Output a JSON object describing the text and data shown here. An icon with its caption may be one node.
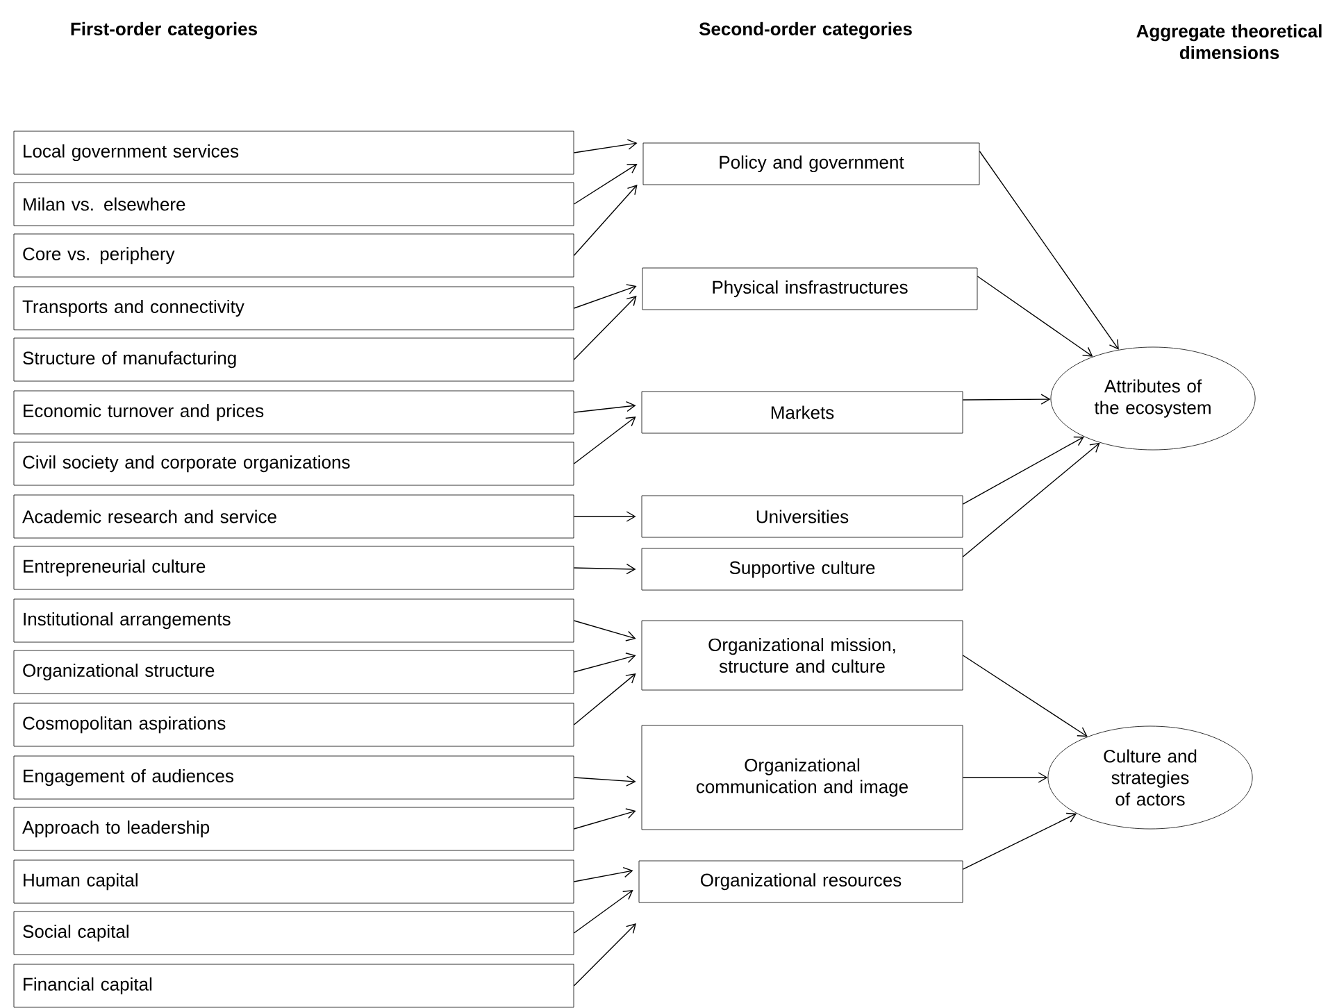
{
  "diagram": {
    "nodes": [
      {
        "text": [
          "Local government services"
        ]
      },
      {
        "text": [
          "Milan vs. elsewhere"
        ]
      },
      {
        "text": [
          "Core vs. periphery"
        ]
      },
      {
        "text": [
          "Transports and connectivity"
        ]
      },
      {
        "text": [
          "Structure of manufacturing"
        ]
      },
      {
        "text": [
          "Economic turnover and prices"
        ]
      },
      {
        "text": [
          "Civil society and corporate organizations"
        ]
      },
      {
        "text": [
          "Academic research and service"
        ]
      },
      {
        "text": [
          "Entrepreneurial culture"
        ]
      },
      {
        "text": [
          "Institutional arrangements"
        ]
      },
      {
        "text": [
          "Organizational structure"
        ]
      },
      {
        "text": [
          "Cosmopolitan aspirations"
        ]
      },
      {
        "text": [
          "Engagement of audiences"
        ]
      },
      {
        "text": [
          "Approach to leadership"
        ]
      },
      {
        "text": [
          "Human capital"
        ]
      },
      {
        "text": [
          "Social capital"
        ]
      },
      {
        "text": [
          "Financial capital"
        ]
      },
      {
        "text": [
          "Policy and government"
        ]
      },
      {
        "text": [
          "Physical insfrastructures"
        ]
      },
      {
        "text": [
          "Markets"
        ]
      },
      {
        "text": [
          "Universities"
        ]
      },
      {
        "text": [
          "Supportive culture"
        ]
      },
      {
        "text": [
          "Organizational mission, structure and culture"
        ]
      },
      {
        "text": [
          "Organizational communication and image"
        ]
      },
      {
        "text": [
          "Organizational resources"
        ]
      },
      {
        "text": [
          "Attributes of the ecosystem"
        ]
      },
      {
        "text": [
          "Culture and strategies of actors"
        ]
      }
    ],
    "edges": [
      {
        "from": 0,
        "to": 17,
        "arrow": "to"
      },
      {
        "from": 1,
        "to": 17,
        "arrow": "to"
      },
      {
        "from": 2,
        "to": 17,
        "arrow": "to"
      },
      {
        "from": 3,
        "to": 18,
        "arrow": "to"
      },
      {
        "from": 4,
        "to": 18,
        "arrow": "to"
      },
      {
        "from": 5,
        "to": 19,
        "arrow": "to"
      },
      {
        "from": 6,
        "to": 19,
        "arrow": "to"
      },
      {
        "from": 7,
        "to": 20,
        "arrow": "to"
      },
      {
        "from": 8,
        "to": 21,
        "arrow": "to"
      },
      {
        "from": 9,
        "to": 22,
        "arrow": "to"
      },
      {
        "from": 10,
        "to": 22,
        "arrow": "to"
      },
      {
        "from": 11,
        "to": 22,
        "arrow": "to"
      },
      {
        "from": 12,
        "to": 23,
        "arrow": "to"
      },
      {
        "from": 13,
        "to": 23,
        "arrow": "to"
      },
      {
        "from": 14,
        "to": 24,
        "arrow": "to"
      },
      {
        "from": 15,
        "to": 24,
        "arrow": "to"
      },
      {
        "from": 16,
        "to": null,
        "arrow": "to"
      },
      {
        "from": 17,
        "to": 25,
        "arrow": "to"
      },
      {
        "from": 18,
        "to": 25,
        "arrow": "to"
      },
      {
        "from": 19,
        "to": 25,
        "arrow": "to"
      },
      {
        "from": 20,
        "to": 25,
        "arrow": "to"
      },
      {
        "from": 21,
        "to": 25,
        "arrow": "to"
      },
      {
        "from": 22,
        "to": 26,
        "arrow": "to"
      },
      {
        "from": 23,
        "to": 26,
        "arrow": "to"
      },
      {
        "from": 24,
        "to": 26,
        "arrow": "to"
      }
    ],
    "labels": [
      "First-order categories",
      "Second-order categories",
      "Aggregate theoretical dimensions"
    ]
  }
}
